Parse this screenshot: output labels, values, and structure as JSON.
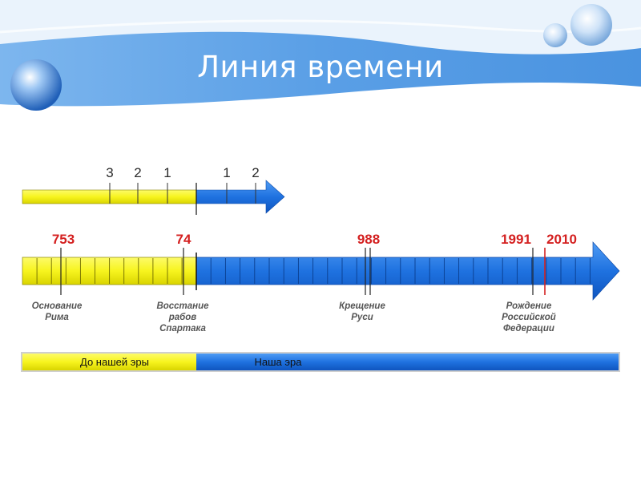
{
  "title": "Линия времени",
  "scale_top": {
    "bc_ticks": [
      "3",
      "2",
      "1"
    ],
    "ad_ticks": [
      "1",
      "2"
    ]
  },
  "dates": [
    {
      "year": "753",
      "event_lines": [
        "Основание",
        "Рима"
      ]
    },
    {
      "year": "74",
      "event_lines": [
        "Восстание",
        "рабов",
        "Спартака"
      ]
    },
    {
      "year": "988",
      "event_lines": [
        "Крещение",
        "Руси"
      ]
    },
    {
      "year": "1991",
      "event_lines": [
        "Рождение",
        "Российской",
        "Федерации"
      ]
    },
    {
      "year": "2010",
      "event_lines": []
    }
  ],
  "eras": {
    "bc": "До нашей эры",
    "ad": "Наша эра"
  },
  "colors": {
    "bc": "#f7f41e",
    "ad": "#1f72e0",
    "accent": "#d42020",
    "header": "#5aa0e6"
  }
}
